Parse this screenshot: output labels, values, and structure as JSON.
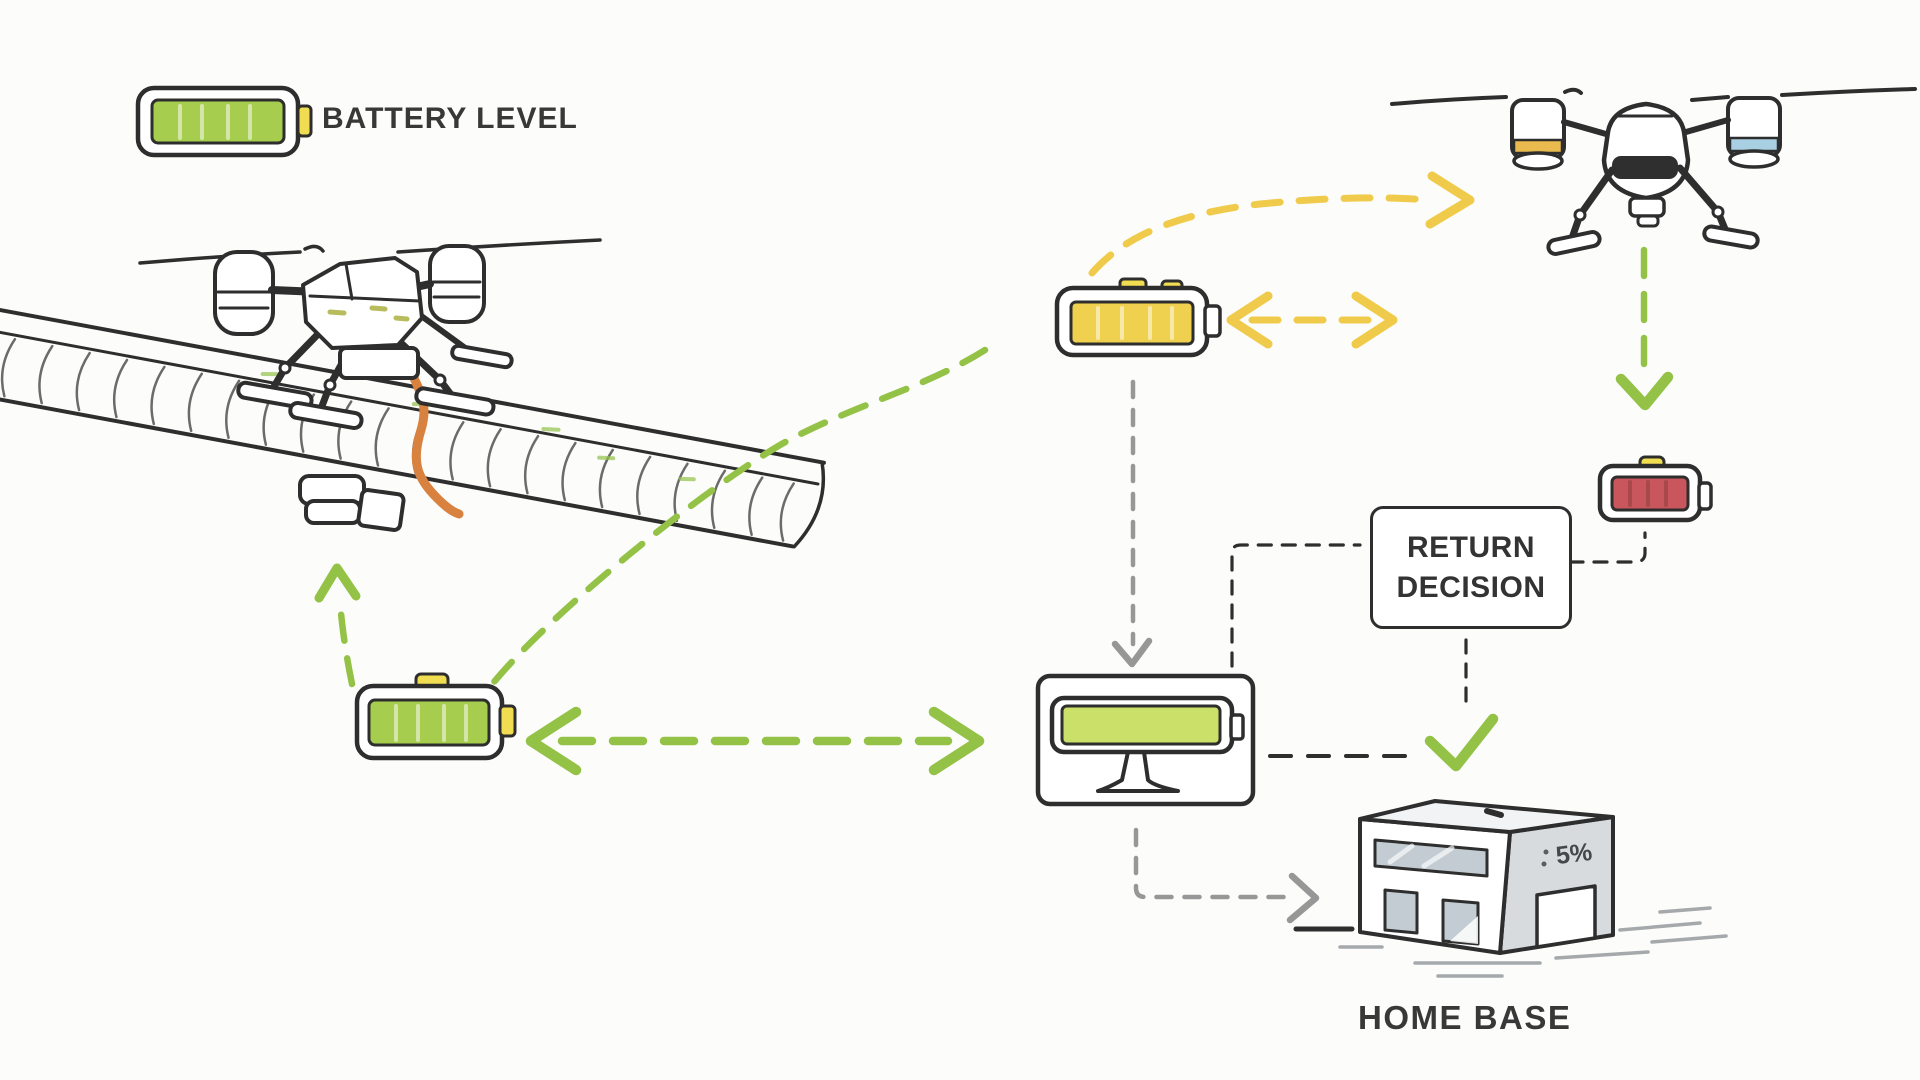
{
  "legend": {
    "label": "BATTERY LEVEL",
    "icon": "battery-full-icon"
  },
  "decision_box": {
    "line1": "RETURN",
    "line2": "DECISION"
  },
  "home_base": {
    "label": "HOME BASE",
    "wall_text": "5%",
    "icon": "home-base-building-icon"
  },
  "icons": {
    "legend_battery": "battery-full-icon",
    "pipeline_drone": "drone-perched-on-pipeline-icon",
    "flying_drone": "quadcopter-drone-icon",
    "field_battery": "battery-medium-yellow-icon",
    "low_battery": "battery-critical-red-icon",
    "charged_battery": "battery-charged-green-icon",
    "monitor": "battery-status-monitor-icon",
    "checkmark": "approval-check-icon",
    "building": "warehouse-building-icon"
  },
  "batteries": {
    "legend": {
      "color_name": "green",
      "state": "full"
    },
    "field_swap": {
      "color_name": "yellow",
      "state": "medium"
    },
    "low": {
      "color_name": "red",
      "state": "critical"
    },
    "charged": {
      "color_name": "green",
      "state": "full"
    },
    "monitor_screen": {
      "color_name": "yellow-green",
      "state": "full"
    }
  },
  "flows": [
    {
      "from": "field-battery",
      "to": "flying-drone",
      "style": "dashed-curve-arrow",
      "color": "yellow"
    },
    {
      "from": "field-battery",
      "to": "flying-drone",
      "style": "dashed-double-arrow",
      "color": "yellow"
    },
    {
      "from": "flying-drone",
      "to": "low-battery",
      "style": "dashed-arrow-down",
      "color": "green"
    },
    {
      "from": "field-battery",
      "to": "monitor",
      "style": "dashed-arrow-down",
      "color": "gray"
    },
    {
      "from": "field-battery",
      "to": "charged-battery",
      "style": "dashed-curve",
      "color": "green"
    },
    {
      "from": "charged-battery",
      "to": "pipeline-drone",
      "style": "dashed-arrow-up",
      "color": "green"
    },
    {
      "from": "charged-battery",
      "to": "monitor",
      "style": "dashed-double-arrow",
      "color": "green"
    },
    {
      "from": "monitor",
      "to": "return-decision",
      "style": "dashed-elbow",
      "color": "black"
    },
    {
      "from": "return-decision",
      "to": "low-battery",
      "style": "dashed-elbow",
      "color": "black"
    },
    {
      "from": "return-decision",
      "to": "checkmark",
      "style": "dashed-line",
      "color": "black"
    },
    {
      "from": "monitor",
      "to": "checkmark",
      "style": "dashed-line",
      "color": "black"
    },
    {
      "from": "monitor",
      "to": "home-base",
      "style": "dashed-elbow-arrow",
      "color": "gray"
    }
  ],
  "colors": {
    "background": "#fcfcfa",
    "ink": "#2e2e2e",
    "text_dark": "#383838",
    "battery_green": "#a6cd4e",
    "battery_yellow": "#f0d14f",
    "battery_red": "#c8565c",
    "screen_green": "#cbe069",
    "nub_yellow": "#f0dd52",
    "arrow_green": "#93c247",
    "arrow_yellow": "#f0cb4b",
    "arrow_gray": "#979797",
    "cable_orange": "#d9813f",
    "building_gray": "#d7dbde",
    "roof_gray": "#f1f3f4",
    "window_blue": "#c3ccd2"
  }
}
